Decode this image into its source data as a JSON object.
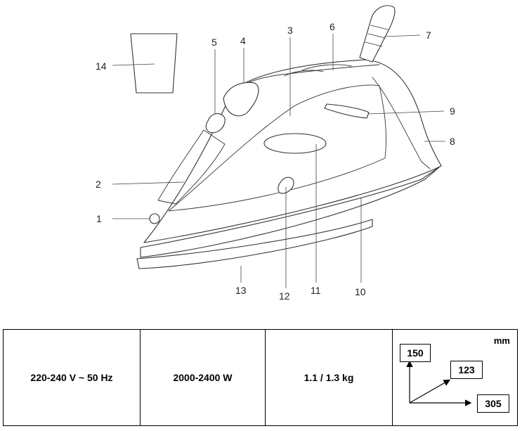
{
  "diagram": {
    "callouts": {
      "c1": "1",
      "c2": "2",
      "c3": "3",
      "c4": "4",
      "c5": "5",
      "c6": "6",
      "c7": "7",
      "c8": "8",
      "c9": "9",
      "c10": "10",
      "c11": "11",
      "c12": "12",
      "c13": "13",
      "c14": "14"
    }
  },
  "specs": {
    "voltage": "220-240 V ~ 50 Hz",
    "power": "2000-2400 W",
    "weight": "1.1 / 1.3 kg",
    "dimensions": {
      "unit": "mm",
      "height": "150",
      "depth": "123",
      "length": "305"
    }
  }
}
